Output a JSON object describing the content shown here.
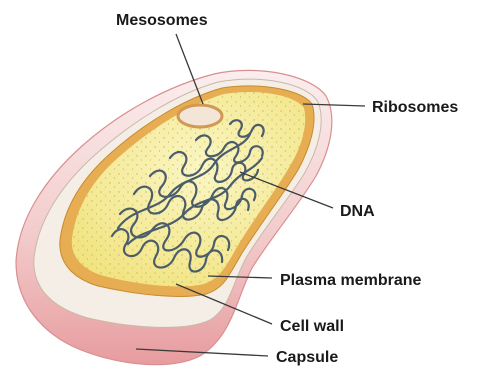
{
  "diagram": {
    "labels": {
      "mesosomes": "Mesosomes",
      "ribosomes": "Ribosomes",
      "dna": "DNA",
      "plasma_membrane": "Plasma membrane",
      "cell_wall": "Cell wall",
      "capsule": "Capsule"
    },
    "colors": {
      "capsule": "#f2c9c9",
      "capsule_edge": "#d98f90",
      "cell_wall": "#f3ece4",
      "membrane": "#e3a94f",
      "cytoplasm": "#f7f0a6",
      "dna": "#4b5d6b"
    }
  }
}
